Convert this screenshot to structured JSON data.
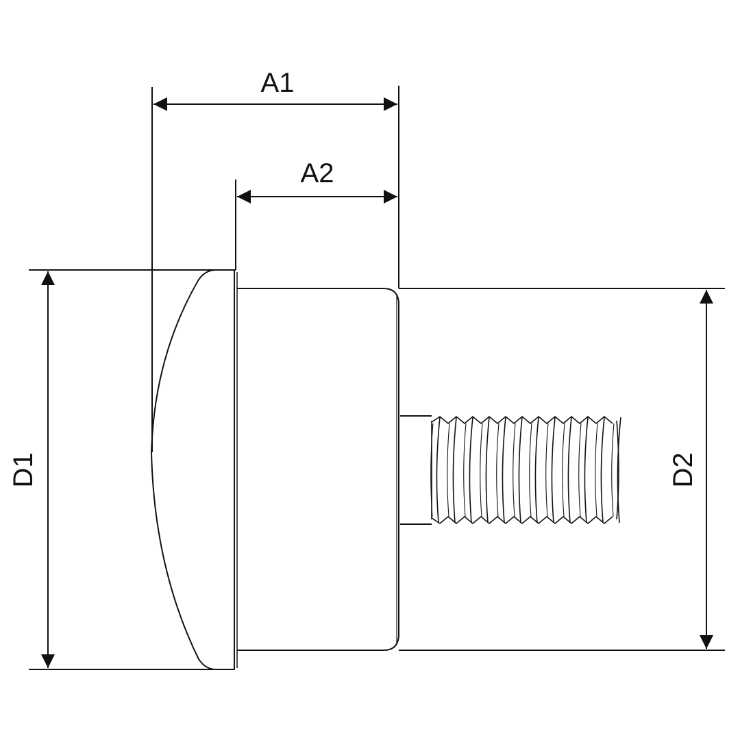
{
  "dimensions": {
    "a1": "A1",
    "a2": "A2",
    "d1": "D1",
    "d2": "D2"
  },
  "colors": {
    "line": "#111111",
    "background": "#ffffff"
  }
}
